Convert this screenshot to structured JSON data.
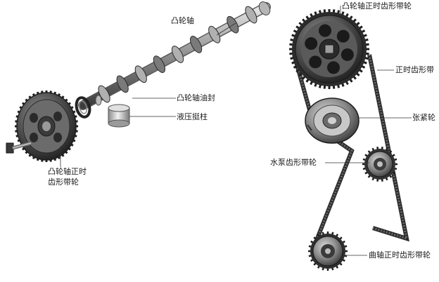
{
  "labels": {
    "camshaft": "凸轮轴",
    "camshaft_oil_seal": "凸轮轴油封",
    "hydraulic_tappet": "液压挺柱",
    "camshaft_sprocket_left_line1": "凸轮轴正时",
    "camshaft_sprocket_left_line2": "齿形带轮",
    "camshaft_sprocket_right": "凸轮轴正时齿形带轮",
    "timing_belt": "正时齿形带",
    "tensioner": "张紧轮",
    "water_pump_sprocket": "水泵齿形带轮",
    "crankshaft_sprocket": "曲轴正时齿形带轮"
  }
}
